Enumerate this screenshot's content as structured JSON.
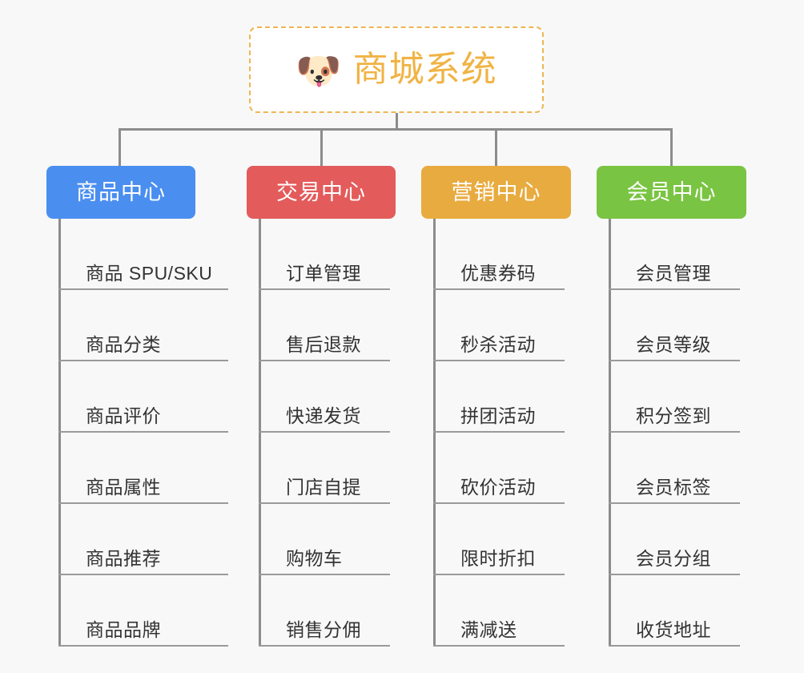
{
  "background_color": "#f8f8f8",
  "line_color": "#8c8c8c",
  "root": {
    "icon": "dog-face-emoji",
    "icon_glyph": "🐶",
    "title": "商城系统",
    "title_color": "#f0b344",
    "border_color": "#efb453",
    "background": "#ffffff"
  },
  "branches": [
    {
      "id": "product-center",
      "label": "商品中心",
      "color": "#4a8ef0",
      "items": [
        "商品 SPU/SKU",
        "商品分类",
        "商品评价",
        "商品属性",
        "商品推荐",
        "商品品牌"
      ]
    },
    {
      "id": "trade-center",
      "label": "交易中心",
      "color": "#e35b5b",
      "items": [
        "订单管理",
        "售后退款",
        "快递发货",
        "门店自提",
        "购物车",
        "销售分佣"
      ]
    },
    {
      "id": "marketing-center",
      "label": "营销中心",
      "color": "#e8ab3f",
      "items": [
        "优惠券码",
        "秒杀活动",
        "拼团活动",
        "砍价活动",
        "限时折扣",
        "满减送"
      ]
    },
    {
      "id": "member-center",
      "label": "会员中心",
      "color": "#79c442",
      "items": [
        "会员管理",
        "会员等级",
        "积分签到",
        "会员标签",
        "会员分组",
        "收货地址"
      ]
    }
  ]
}
